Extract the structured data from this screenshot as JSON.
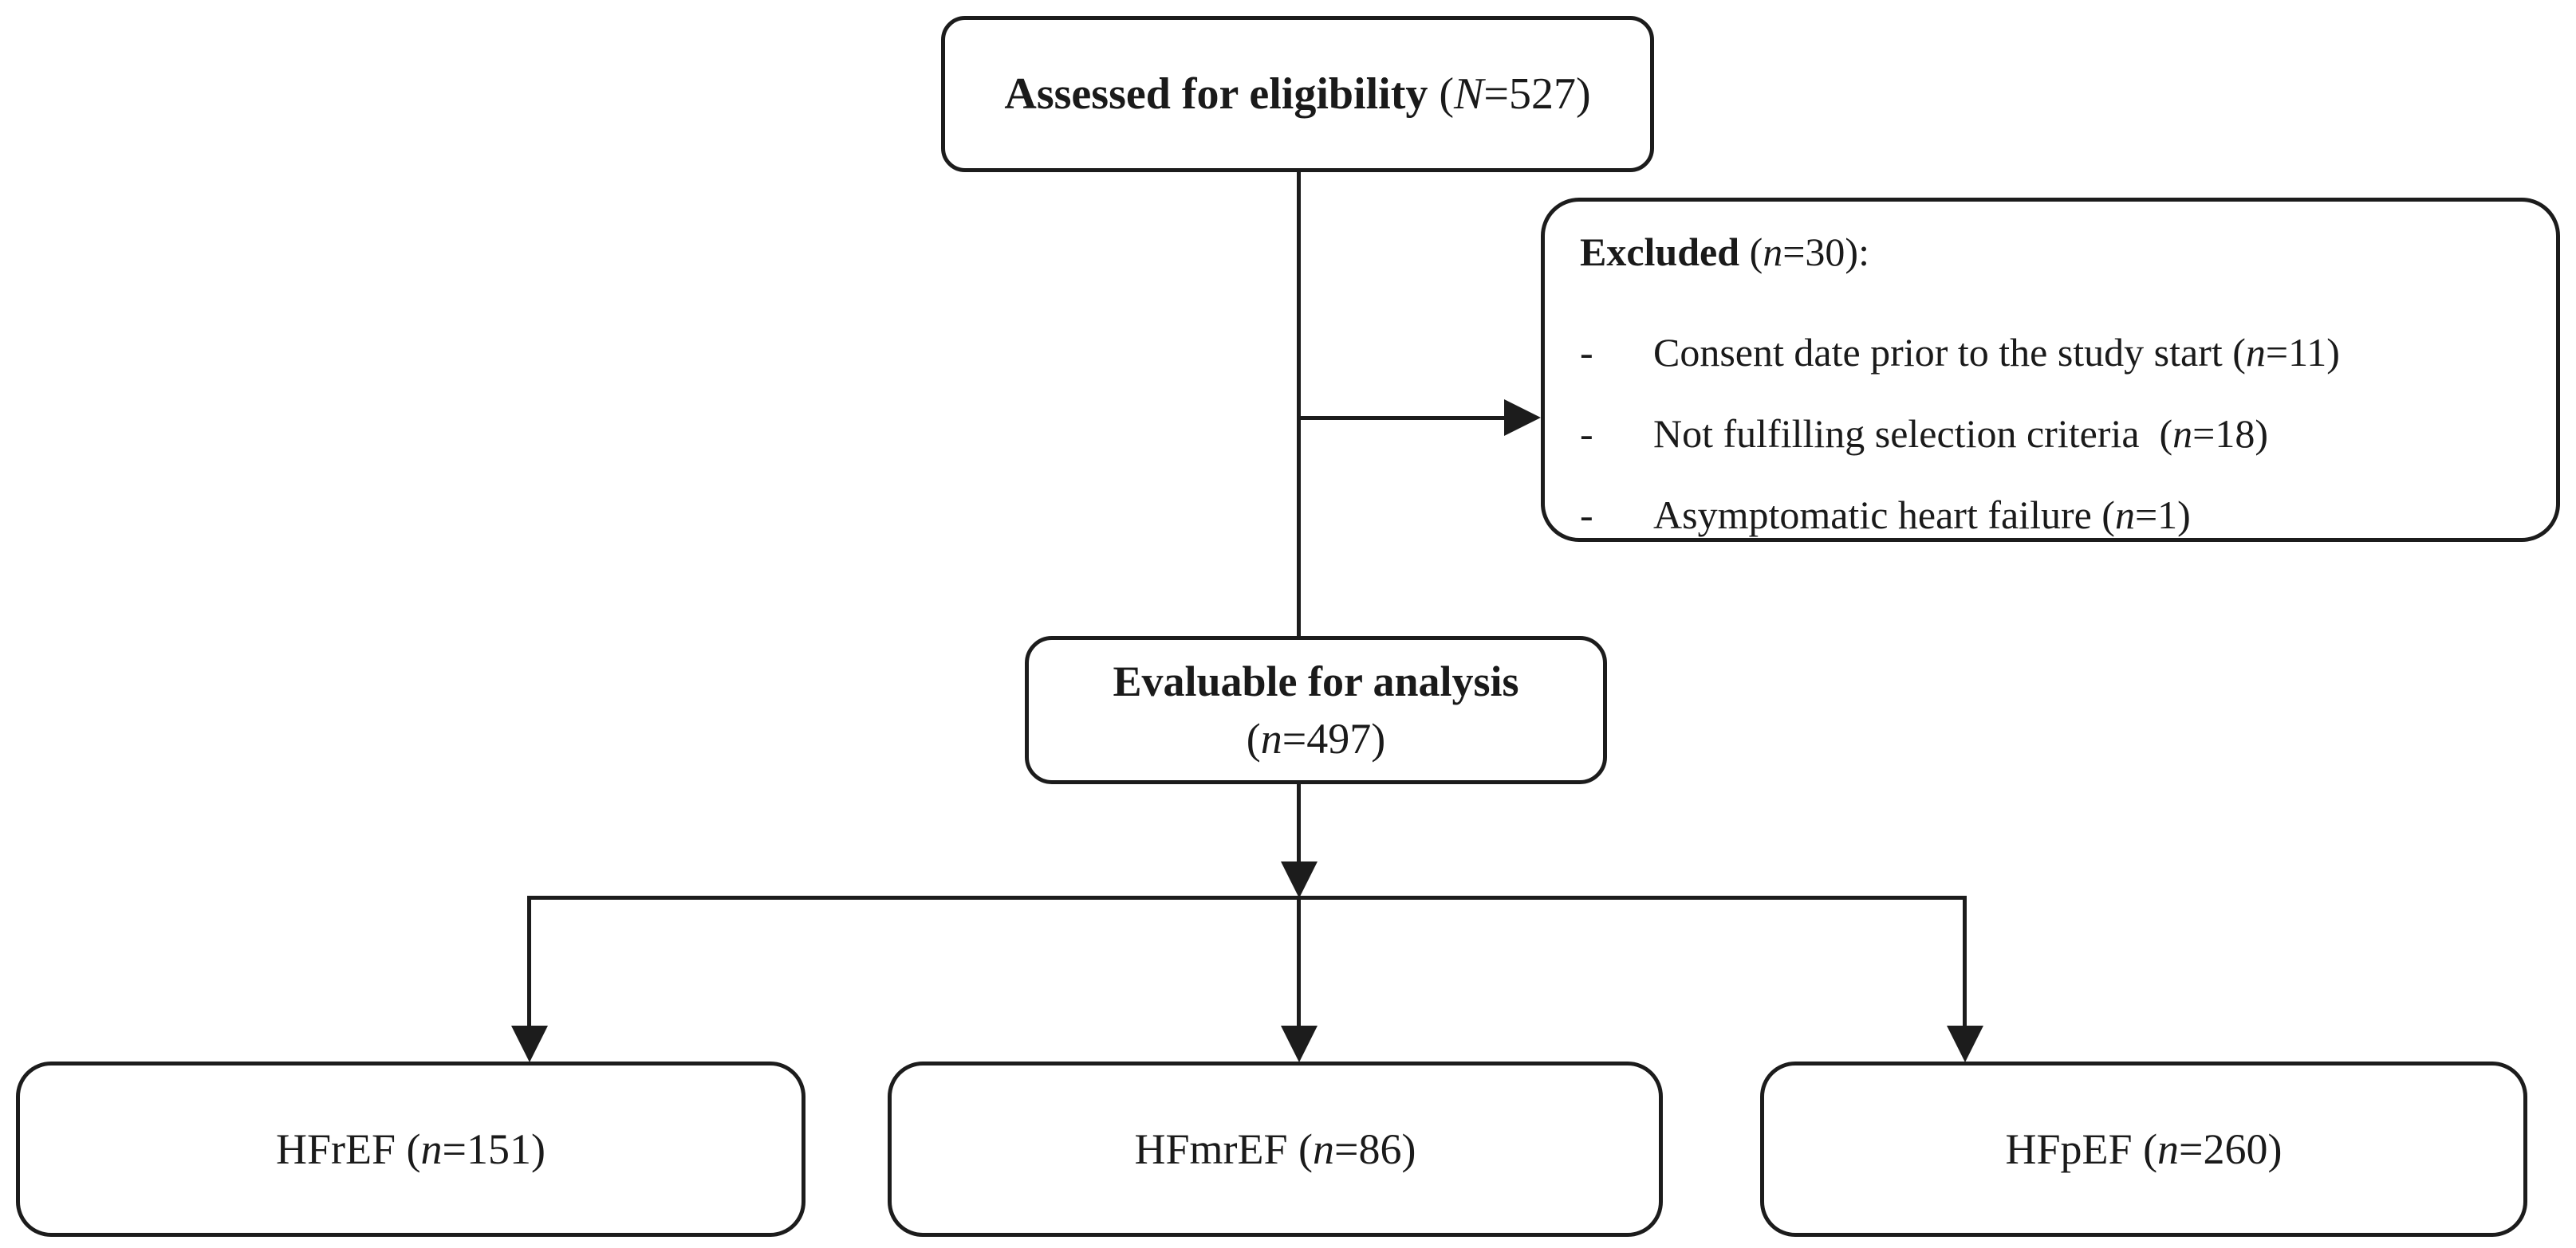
{
  "flowchart": {
    "assessed": {
      "title": "Assessed for eligibility",
      "count": "(N=527)"
    },
    "excluded": {
      "title": "Excluded",
      "count": "(n=30):",
      "bullet": "-",
      "items": [
        "Consent date prior to the study start (n=11)",
        "Not fulfilling selection criteria  (n=18)",
        "Asymptomatic heart failure (n=1)"
      ]
    },
    "evaluable": {
      "title": "Evaluable for analysis",
      "count": "(n=497)"
    },
    "groups": [
      {
        "label": "HFrEF (n=151)"
      },
      {
        "label": "HFmrEF (n=86)"
      },
      {
        "label": "HFpEF (n=260)"
      }
    ],
    "colors": {
      "line": "#1c1c1c",
      "background": "#ffffff",
      "text": "#1a1a1a"
    }
  }
}
